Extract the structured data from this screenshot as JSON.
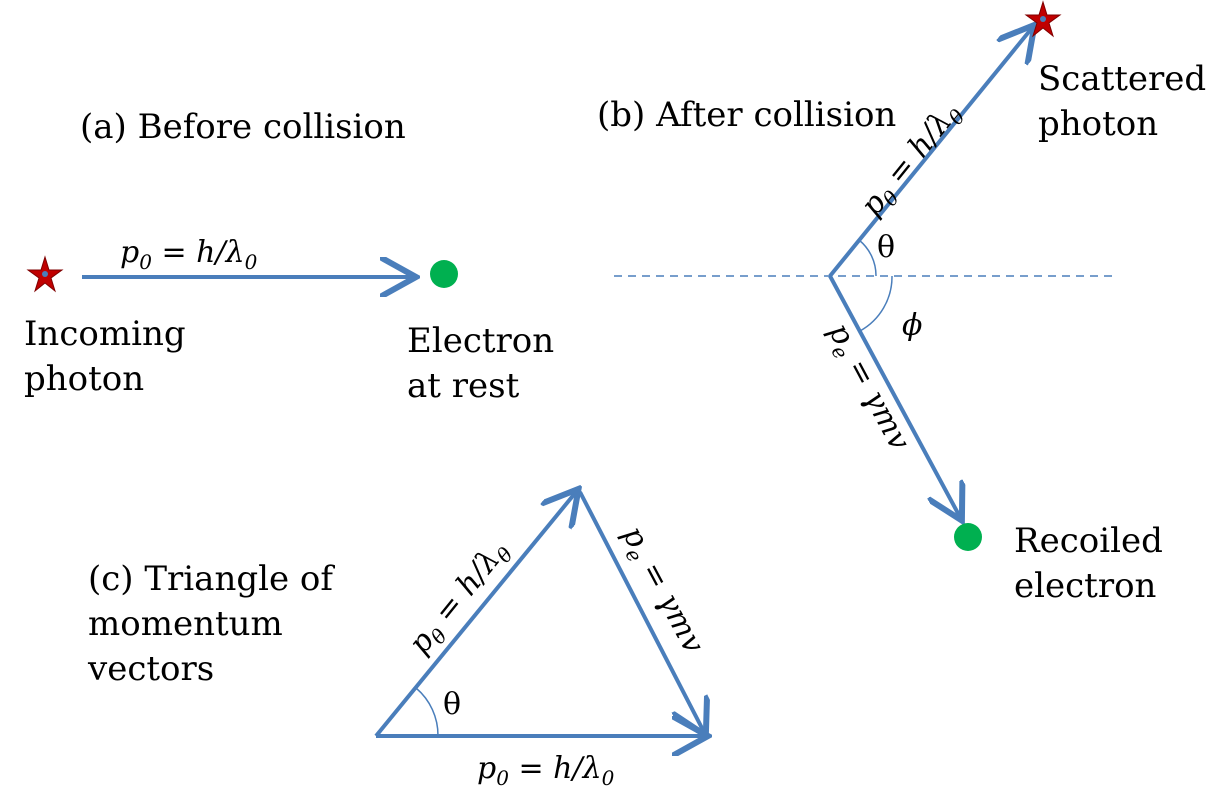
{
  "panels": {
    "a_title": "(a)  Before collision",
    "b_title": "(b) After collision",
    "c_title_line1": "(c) Triangle of",
    "c_title_line2": "momentum",
    "c_title_line3": "vectors"
  },
  "labels": {
    "incoming_line1": "Incoming",
    "incoming_line2": "photon",
    "electron_rest_line1": "Electron",
    "electron_rest_line2": "at rest",
    "scattered_line1": "Scattered",
    "scattered_line2": "photon",
    "recoiled_line1": "Recoiled",
    "recoiled_line2": "electron"
  },
  "equations": {
    "p0_symbol": "p",
    "p0_sub": "0",
    "p0_rhs": " = h/λ",
    "p0_rhs_sub": "0",
    "ptheta_symbol": "p",
    "ptheta_sub": "θ",
    "ptheta_rhs": " = h/λ",
    "ptheta_rhs_sub": "θ",
    "pe_symbol": "p",
    "pe_sub": "e",
    "pe_rhs": " = γmv"
  },
  "angles": {
    "theta": "θ",
    "phi": "ϕ"
  },
  "colors": {
    "arrow": "#4a7ebb",
    "star_fill": "#c00000",
    "star_stroke": "#7f0000",
    "star_center": "#4a7ebb",
    "electron": "#00b050",
    "dashed": "#4a7ebb"
  }
}
